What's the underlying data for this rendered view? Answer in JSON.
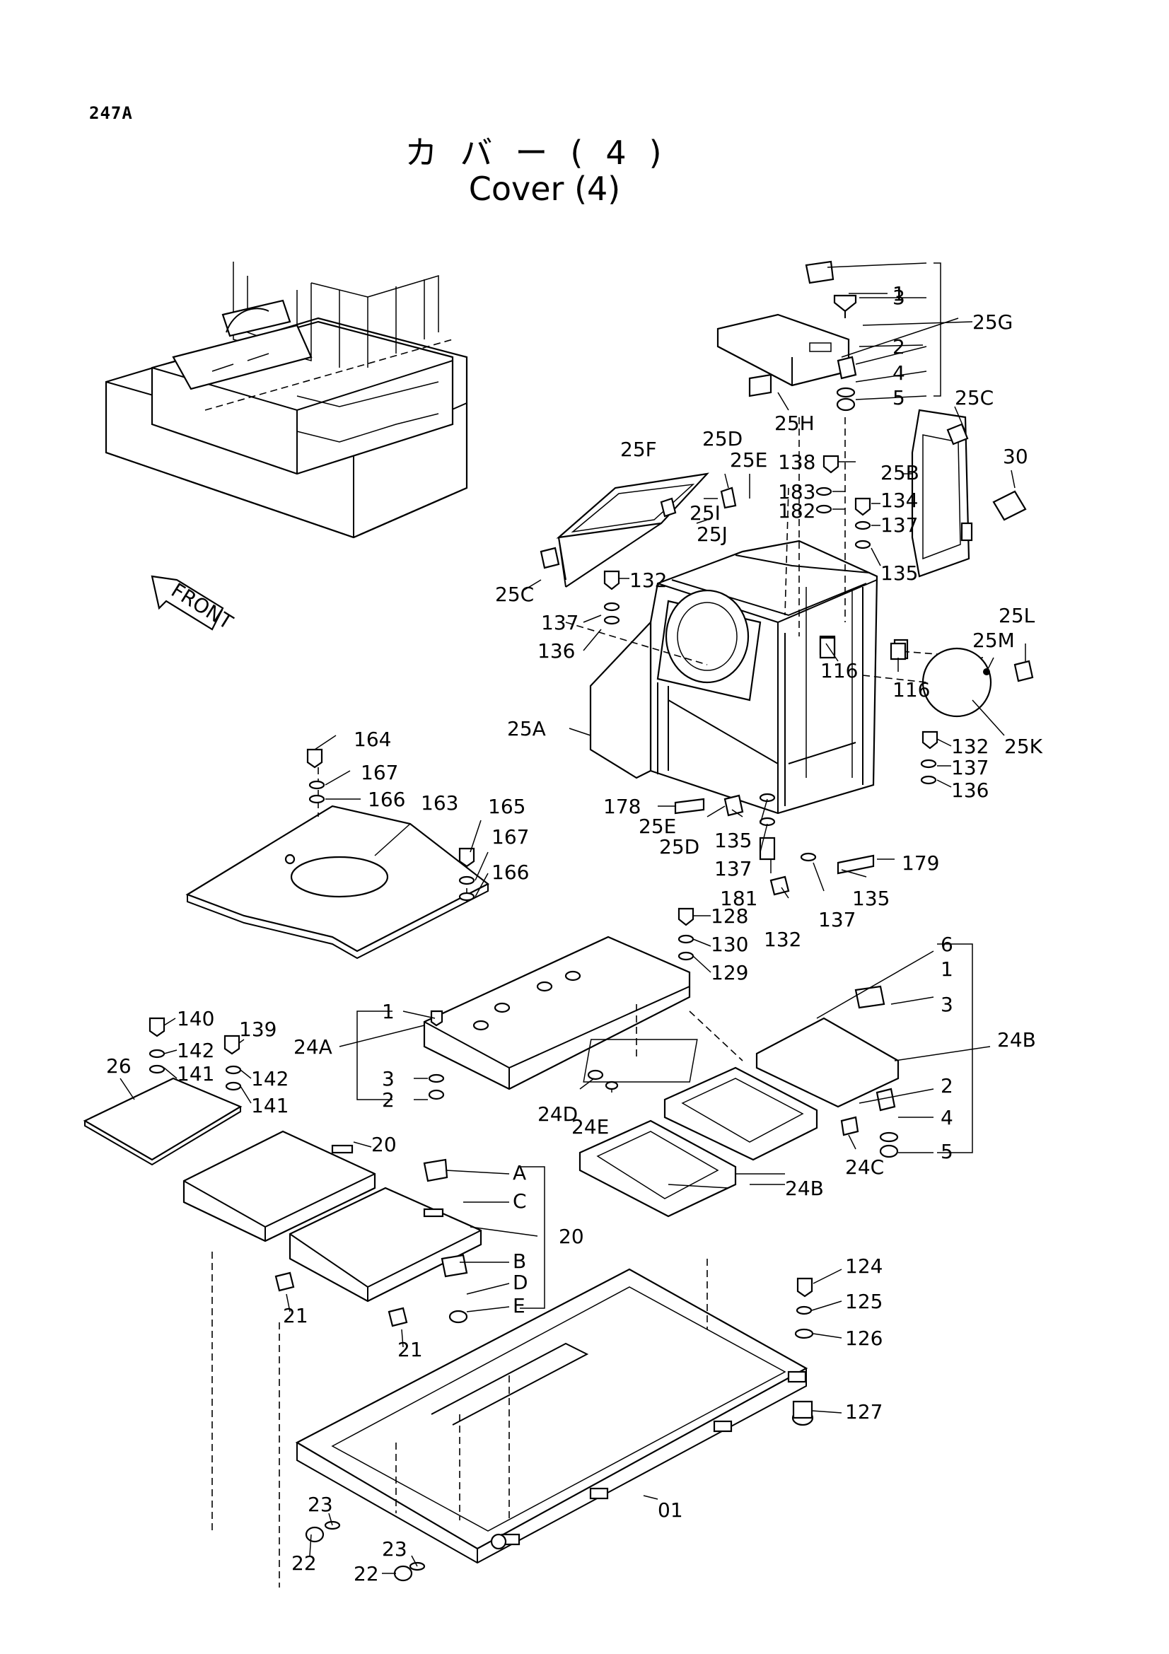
{
  "page_code": "247A",
  "title_jp": "カバー(4)",
  "title_en": "Cover (4)",
  "direction_label": "FRONT",
  "callouts": [
    "1",
    "3",
    "25G",
    "2",
    "4",
    "5",
    "25H",
    "25C",
    "138",
    "183",
    "182",
    "25B",
    "134",
    "137",
    "135",
    "30",
    "25D",
    "25E",
    "25F",
    "25I",
    "25J",
    "132",
    "137",
    "136",
    "25C",
    "25A",
    "116",
    "116",
    "25L",
    "25M",
    "132",
    "25K",
    "137",
    "136",
    "178",
    "25E",
    "25D",
    "135",
    "137",
    "181",
    "132",
    "137",
    "135",
    "179",
    "164",
    "167",
    "166",
    "163",
    "165",
    "167",
    "166",
    "128",
    "130",
    "129",
    "6",
    "1",
    "3",
    "24B",
    "2",
    "4",
    "5",
    "24C",
    "24B",
    "1",
    "24A",
    "3",
    "2",
    "24D",
    "24E",
    "140",
    "142",
    "139",
    "142",
    "141",
    "141",
    "26",
    "20",
    "A",
    "C",
    "20",
    "B",
    "D",
    "E",
    "21",
    "21",
    "124",
    "125",
    "126",
    "127",
    "23",
    "22",
    "23",
    "22",
    "01"
  ]
}
